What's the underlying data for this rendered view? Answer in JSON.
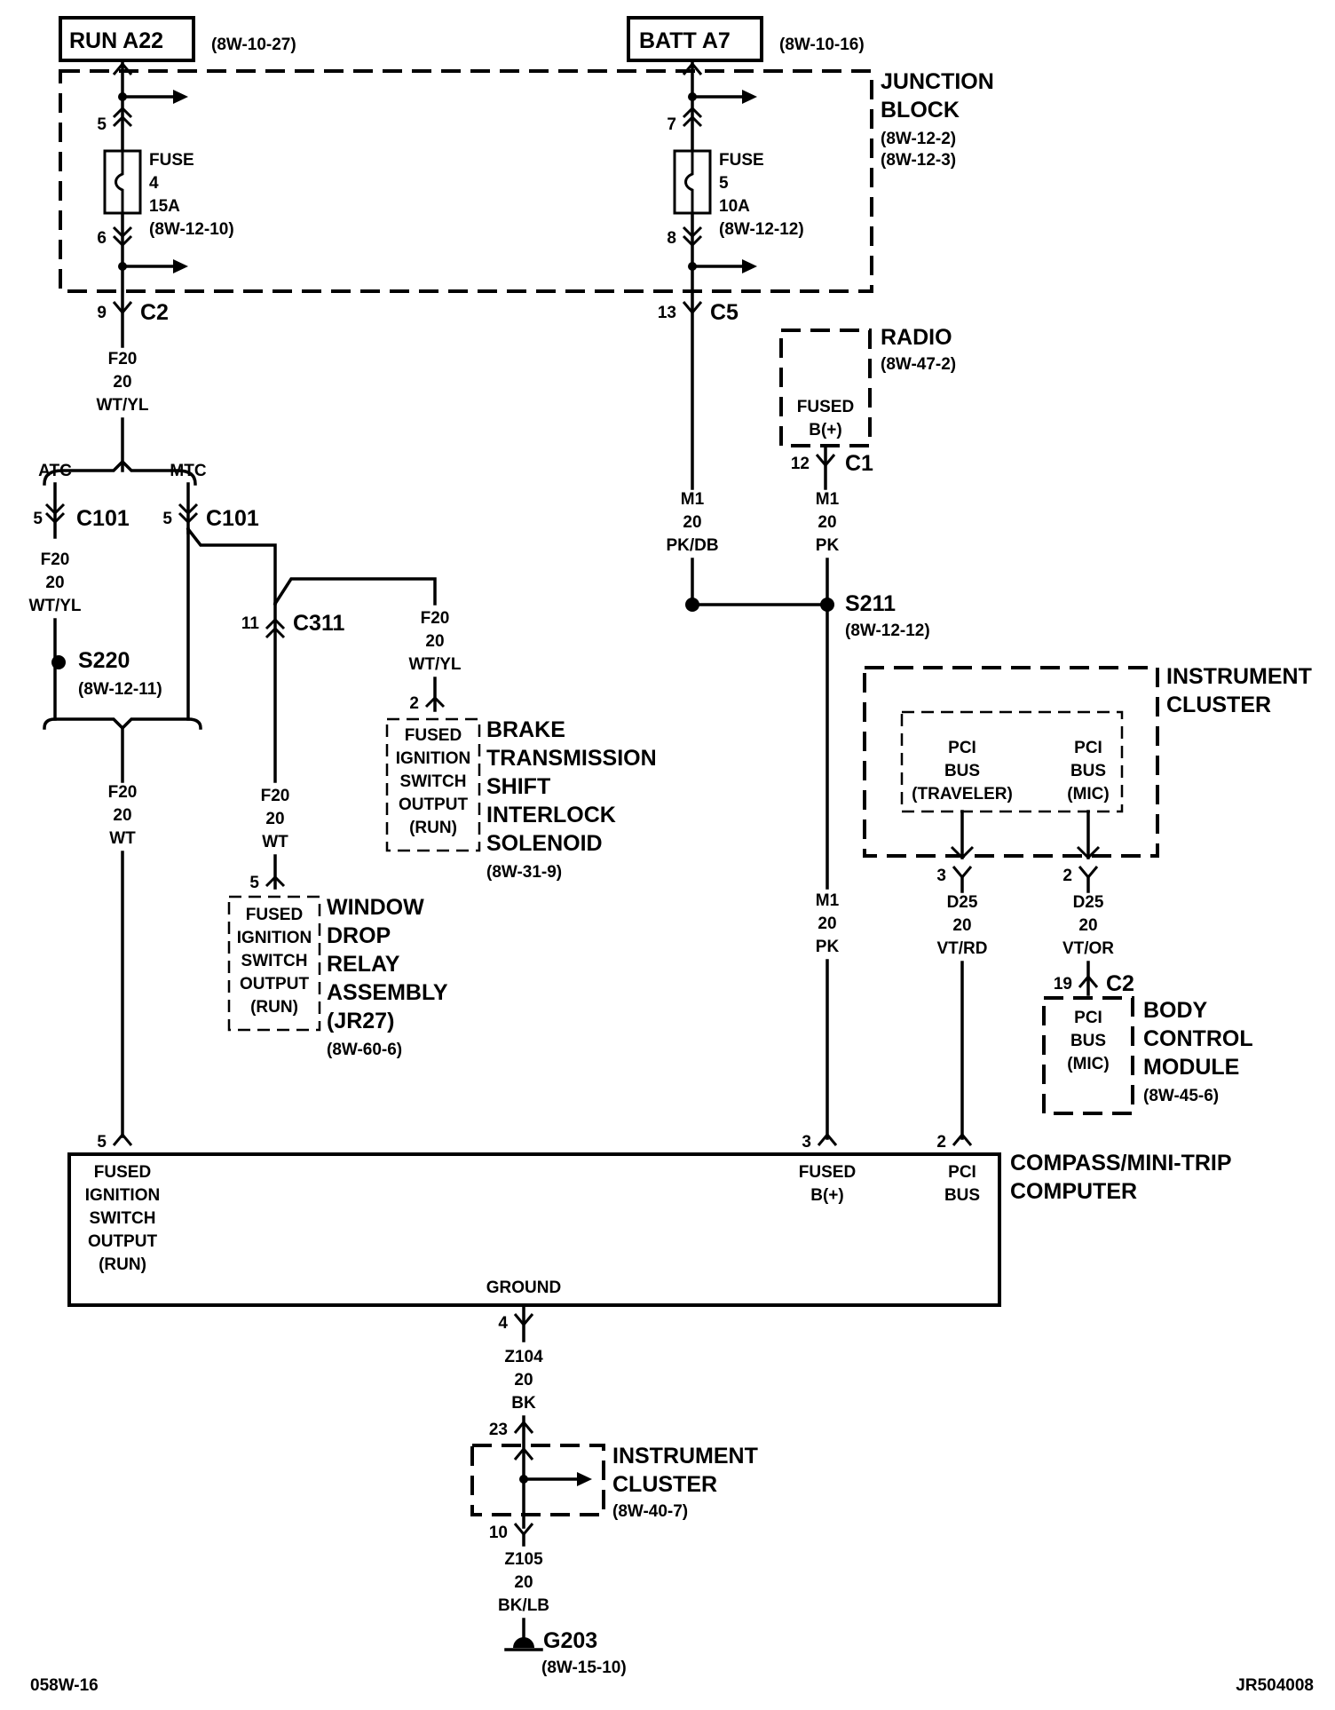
{
  "sources": {
    "run": {
      "label": "RUN A22",
      "ref": "(8W-10-27)"
    },
    "batt": {
      "label": "BATT A7",
      "ref": "(8W-10-16)"
    }
  },
  "junction_block": {
    "name_1": "JUNCTION",
    "name_2": "BLOCK",
    "ref_1": "(8W-12-2)",
    "ref_2": "(8W-12-3)"
  },
  "fuse4": {
    "label": "FUSE",
    "num": "4",
    "amps": "15A",
    "ref": "(8W-12-10)",
    "pin_in": "5",
    "pin_out": "6"
  },
  "fuse5": {
    "label": "FUSE",
    "num": "5",
    "amps": "10A",
    "ref": "(8W-12-12)",
    "pin_in": "7",
    "pin_out": "8"
  },
  "connectors": {
    "jb_c2": {
      "pin": "9",
      "name": "C2"
    },
    "jb_c5": {
      "pin": "13",
      "name": "C5"
    },
    "c101_atc": {
      "pin": "5",
      "name": "C101"
    },
    "c101_mtc": {
      "pin": "5",
      "name": "C101"
    },
    "c311": {
      "pin": "11",
      "name": "C311"
    },
    "radio_c1": {
      "pin": "12",
      "name": "C1"
    },
    "bcm_c2": {
      "pin": "19",
      "name": "C2"
    }
  },
  "wires": {
    "f20_wtyl_top": {
      "circuit": "F20",
      "gauge": "20",
      "color": "WT/YL"
    },
    "f20_wtyl_atc": {
      "circuit": "F20",
      "gauge": "20",
      "color": "WT/YL"
    },
    "f20_wtyl_brake": {
      "circuit": "F20",
      "gauge": "20",
      "color": "WT/YL"
    },
    "f20_wt_main": {
      "circuit": "F20",
      "gauge": "20",
      "color": "WT"
    },
    "f20_wt_window": {
      "circuit": "F20",
      "gauge": "20",
      "color": "WT"
    },
    "m1_pkdb": {
      "circuit": "M1",
      "gauge": "20",
      "color": "PK/DB"
    },
    "m1_pk_radio": {
      "circuit": "M1",
      "gauge": "20",
      "color": "PK"
    },
    "m1_pk_ctm": {
      "circuit": "M1",
      "gauge": "20",
      "color": "PK"
    },
    "d25_vtrd": {
      "circuit": "D25",
      "gauge": "20",
      "color": "VT/RD"
    },
    "d25_vtor": {
      "circuit": "D25",
      "gauge": "20",
      "color": "VT/OR"
    },
    "z104": {
      "circuit": "Z104",
      "gauge": "20",
      "color": "BK"
    },
    "z105": {
      "circuit": "Z105",
      "gauge": "20",
      "color": "BK/LB"
    }
  },
  "branch": {
    "atc": "ATC",
    "mtc": "MTC"
  },
  "splices": {
    "s220": {
      "name": "S220",
      "ref": "(8W-12-11)"
    },
    "s211": {
      "name": "S211",
      "ref": "(8W-12-12)"
    }
  },
  "radio": {
    "name": "RADIO",
    "ref": "(8W-47-2)",
    "inner_1": "FUSED",
    "inner_2": "B(+)"
  },
  "brake_solenoid": {
    "pin": "2",
    "inner": [
      "FUSED",
      "IGNITION",
      "SWITCH",
      "OUTPUT",
      "(RUN)"
    ],
    "name": [
      "BRAKE",
      "TRANSMISSION",
      "SHIFT",
      "INTERLOCK",
      "SOLENOID"
    ],
    "ref": "(8W-31-9)"
  },
  "window_relay": {
    "pin": "5",
    "inner": [
      "FUSED",
      "IGNITION",
      "SWITCH",
      "OUTPUT",
      "(RUN)"
    ],
    "name": [
      "WINDOW",
      "DROP",
      "RELAY",
      "ASSEMBLY",
      "(JR27)"
    ],
    "ref": "(8W-60-6)"
  },
  "instrument_cluster_top": {
    "name_1": "INSTRUMENT",
    "name_2": "CLUSTER",
    "pci_traveler": [
      "PCI",
      "BUS",
      "(TRAVELER)"
    ],
    "pci_mic": [
      "PCI",
      "BUS",
      "(MIC)"
    ],
    "pin_traveler": "3",
    "pin_mic": "2"
  },
  "bcm": {
    "inner": [
      "PCI",
      "BUS",
      "(MIC)"
    ],
    "name": [
      "BODY",
      "CONTROL",
      "MODULE"
    ],
    "ref": "(8W-45-6)"
  },
  "ctm": {
    "name_1": "COMPASS/MINI-TRIP",
    "name_2": "COMPUTER",
    "pin_ign": "5",
    "pin_b": "3",
    "pin_pci": "2",
    "pin_gnd": "4",
    "ign": [
      "FUSED",
      "IGNITION",
      "SWITCH",
      "OUTPUT",
      "(RUN)"
    ],
    "b": [
      "FUSED",
      "B(+)"
    ],
    "pci": [
      "PCI",
      "BUS"
    ],
    "ground": "GROUND"
  },
  "instrument_cluster_bottom": {
    "name_1": "INSTRUMENT",
    "name_2": "CLUSTER",
    "ref": "(8W-40-7)",
    "pin_top": "23",
    "pin_bottom": "10"
  },
  "ground": {
    "name": "G203",
    "ref": "(8W-15-10)"
  },
  "footer": {
    "left": "058W-16",
    "right": "JR504008"
  }
}
